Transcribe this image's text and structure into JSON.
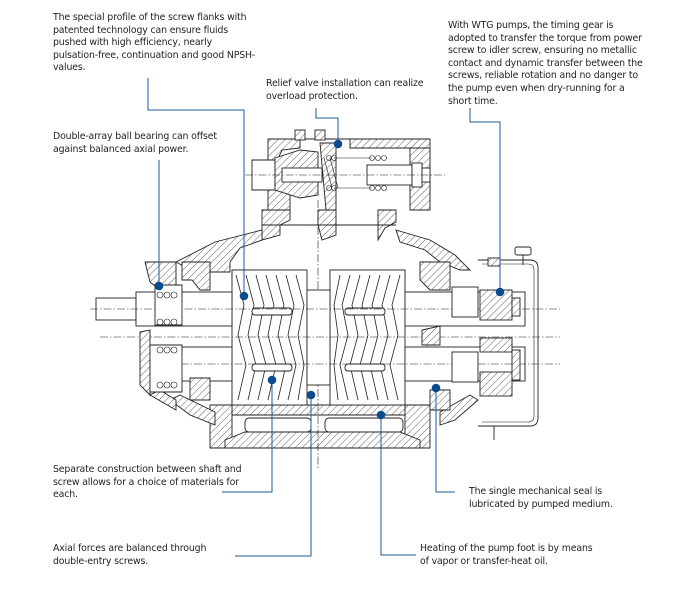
{
  "diagram": {
    "subject": "twin-screw pump cross-section",
    "accent_color": "#0a4b8f",
    "leader_color": "#1f5a93",
    "text_color": "#231f20",
    "callouts": [
      {
        "id": "screw-profile",
        "text": "The special profile of the screw flanks with patented technology can ensure fluids pushed with high efficiency, nearly pulsation-free, continuation and good NPSH-values."
      },
      {
        "id": "relief-valve",
        "text": "Relief valve installation can realize overload protection."
      },
      {
        "id": "timing-gear",
        "text": "With WTG pumps, the timing gear is adopted to transfer the torque from power screw to idler screw, ensuring no metallic contact and dynamic transfer between the screws, reliable rotation and no danger to the pump even when dry-running for a short time."
      },
      {
        "id": "ball-bearing",
        "text": "Double-array ball bearing can offset against balanced axial power."
      },
      {
        "id": "separate-construction",
        "text": "Separate construction between shaft and screw allows for a choice of materials for each."
      },
      {
        "id": "mechanical-seal",
        "text": "The single mechanical seal is lubricated by pumped medium."
      },
      {
        "id": "axial-forces",
        "text": "Axial forces are balanced through double-entry screws."
      },
      {
        "id": "heating-foot",
        "text": "Heating of the pump foot is by means of vapor or transfer-heat oil."
      }
    ]
  }
}
